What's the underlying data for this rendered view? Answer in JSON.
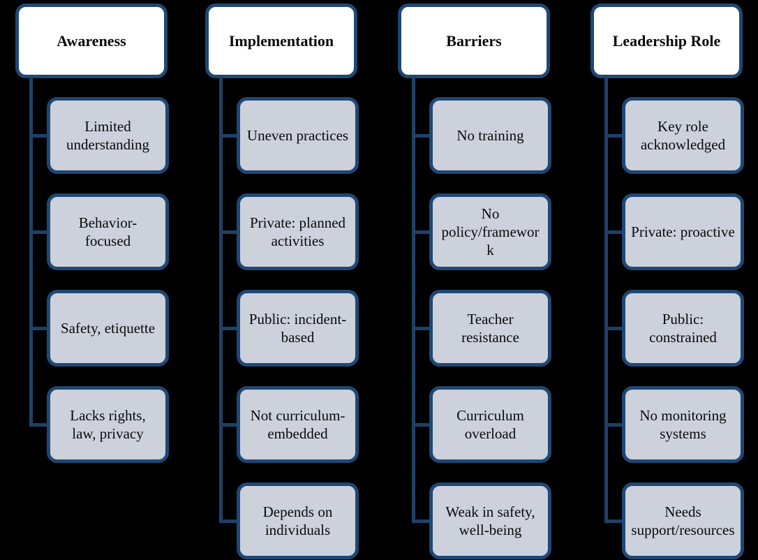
{
  "diagram": {
    "background_color": "#000000",
    "box_border_color": "#1F4873",
    "connector_color": "#1E4166",
    "header_fill_color": "#FFFFFF",
    "child_fill_color": "#CCD1DC",
    "text_color": "#0A0A0A",
    "columns": [
      {
        "title": "Awareness",
        "items": [
          "Limited\nunderstanding",
          "Behavior-\nfocused",
          "Safety, etiquette",
          "Lacks rights,\nlaw, privacy"
        ]
      },
      {
        "title": "Implementation",
        "items": [
          "Uneven practices",
          "Private: planned\nactivities",
          "Public: incident-\nbased",
          "Not curriculum-\nembedded",
          "Depends on\nindividuals"
        ]
      },
      {
        "title": "Barriers",
        "items": [
          "No training",
          "No\npolicy/framewor\nk",
          "Teacher\nresistance",
          "Curriculum\noverload",
          "Weak in safety,\nwell-being"
        ]
      },
      {
        "title": "Leadership Role",
        "items": [
          "Key role\nacknowledged",
          "Private: proactive",
          "Public:\nconstrained",
          "No monitoring\nsystems",
          "Needs\nsupport/resources"
        ]
      }
    ]
  }
}
